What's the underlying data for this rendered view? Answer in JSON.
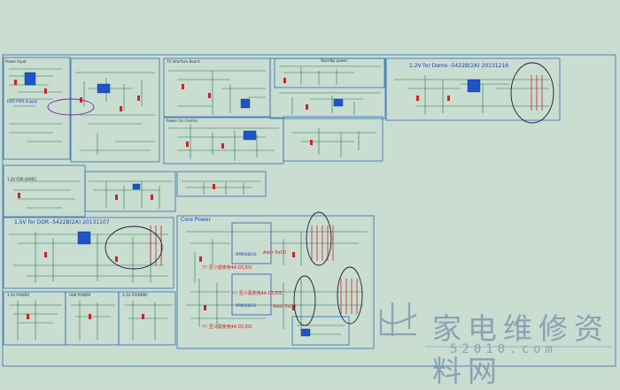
{
  "labels": {
    "top_left_title": "Power Input",
    "ddr_pwr_title": "DDR PWR Supply",
    "tv_block_title": "TV Interface Board",
    "standby_title": "Standby power",
    "power_on_title": "Power On Control",
    "demo_title": "1.2V for Demo -5422B(2A)  20131216",
    "v12_fn_title": "1.2V FOR 6A965",
    "ddr_title": "1.5V for DDR -5422B(2A)  20131107",
    "core_title": "Core Power",
    "warn1": "!!! 至少需使用4A DC/DC",
    "warn2": "!!! 至少需使用4A DC/DC",
    "warn3": "!!! 至少需使用4A DC/DC",
    "addr1": "Addr 0xC0",
    "addr2": "Addr 0xC0",
    "chip1": "MP8608EA1",
    "chip2": "MP8608EA1",
    "v33_title": "3.3V POWER",
    "v5_title": "USB POWER",
    "v33b_title": "3.3V STANDBY"
  },
  "watermark": {
    "text": "家电维修资料网",
    "url": "52010.com"
  },
  "colors": {
    "background": "#c9ddd0",
    "frame": "#2f6fb8",
    "wire": "#1f7a55",
    "part": "#d02222",
    "chip": "#1f54c8",
    "highlight": "#7a2aa8"
  }
}
